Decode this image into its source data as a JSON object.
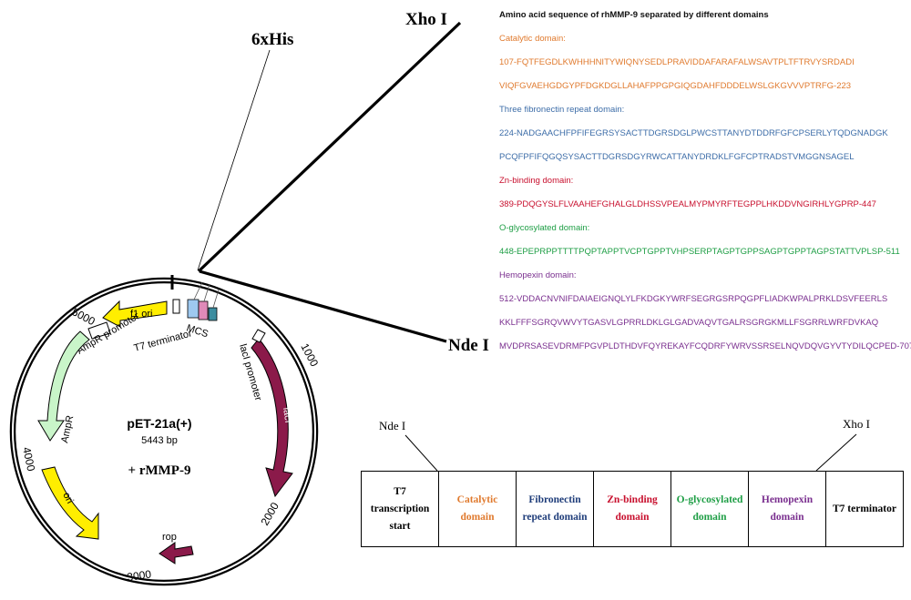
{
  "sequence_panel": {
    "title": "Amino acid sequence of rhMMP-9 separated by different domains",
    "lines": [
      {
        "text": "Catalytic domain:",
        "color": "#e07a2e"
      },
      {
        "text": "107-FQTFEGDLKWHHHNITYWIQNYSEDLPRAVIDDAFARAFALWSAVTPLTFTRVYSRDADI",
        "color": "#e07a2e"
      },
      {
        "text": "VIQFGVAEHGDGYPFDGKDGLLAHAFPPGPGIQGDAHFDDDELWSLGKGVVVPTRFG-223",
        "color": "#e07a2e"
      },
      {
        "text": "Three fibronectin repeat domain:",
        "color": "#3d6da8"
      },
      {
        "text": "224-NADGAACHFPFIFEGRSYSACTTDGRSDGLPWCSTTANYDTDDRFGFCPSERLYTQDGNADGK",
        "color": "#3d6da8"
      },
      {
        "text": "PCQFPFIFQGQSYSACTTDGRSDGYRWCATTANYDRDKLFGFCPTRADSTVMGGNSAGEL",
        "color": "#3d6da8"
      },
      {
        "text": "Zn-binding domain:",
        "color": "#c8102e"
      },
      {
        "text": "389-PDQGYSLFLVAAHEFGHALGLDHSSVPEALMYPMYRFTEGPPLHKDDVNGIRHLYGPRP-447",
        "color": "#c8102e"
      },
      {
        "text": "O-glycosylated domain:",
        "color": "#1e9e45"
      },
      {
        "text": "448-EPEPRPPTTTTPQPTAPPTVCPTGPPTVHPSERPTAGPTGPPSAGPTGPPTAGPSTATTVPLSP-511",
        "color": "#1e9e45"
      },
      {
        "text": "Hemopexin domain:",
        "color": "#7a2f8f"
      },
      {
        "text": "512-VDDACNVNIFDAIAEIGNQLYLFKDGKYWRFSEGRGSRPQGPFLIADKWPALPRKLDSVFEERLS",
        "color": "#7a2f8f"
      },
      {
        "text": "KKLFFFSGRQVWVYTGASVLGPRRLDKLGLGADVAQVTGALRSGRGKMLLFSGRRLWRFDVKAQ",
        "color": "#7a2f8f"
      },
      {
        "text": "MVDPRSASEVDRMFPGVPLDTHDVFQYREKAYFCQDRFYWRVSSRSELNQVDQVGYVTYDILQCPED-707",
        "color": "#7a2f8f"
      }
    ]
  },
  "plasmid": {
    "name": "pET-21a(+)",
    "size": "5443 bp",
    "insert": "+ rMMP-9",
    "coordinates": [
      "1000",
      "2000",
      "3000",
      "4000",
      "5000"
    ],
    "features": {
      "f1_ori": "f1 ori",
      "ampr_promoter": "AmpR promoter",
      "ampr": "AmpR",
      "ori": "ori",
      "rop": "rop",
      "laci": "lacI",
      "laci_promoter": "lacI promoter",
      "t7_terminator": "T7 terminator",
      "mcs": "MCS"
    },
    "colors": {
      "f1_ori": "#ffee00",
      "ampr": "#c9f5c9",
      "ori": "#ffee00",
      "rop": "#8b1a4a",
      "laci": "#8b1a4a",
      "mcs_blue": "#9ec9f0",
      "mcs_pink": "#e08ab8",
      "mcs_teal": "#3c8da0"
    }
  },
  "callouts": {
    "his_tag": "6xHis",
    "xho": "Xho I",
    "nde": "Nde I"
  },
  "domain_map": {
    "nde_label": "Nde I",
    "xho_label": "Xho I",
    "cells": [
      {
        "text": "T7 transcription start",
        "color": "#000000"
      },
      {
        "text": "Catalytic domain",
        "color": "#e07a2e"
      },
      {
        "text": "Fibronectin repeat domain",
        "color": "#1f3d7a"
      },
      {
        "text": "Zn-binding domain",
        "color": "#c8102e"
      },
      {
        "text": "O-glycosylated domain",
        "color": "#1e9e45"
      },
      {
        "text": "Hemopexin domain",
        "color": "#7a2f8f"
      },
      {
        "text": "T7 terminator",
        "color": "#000000"
      }
    ]
  }
}
